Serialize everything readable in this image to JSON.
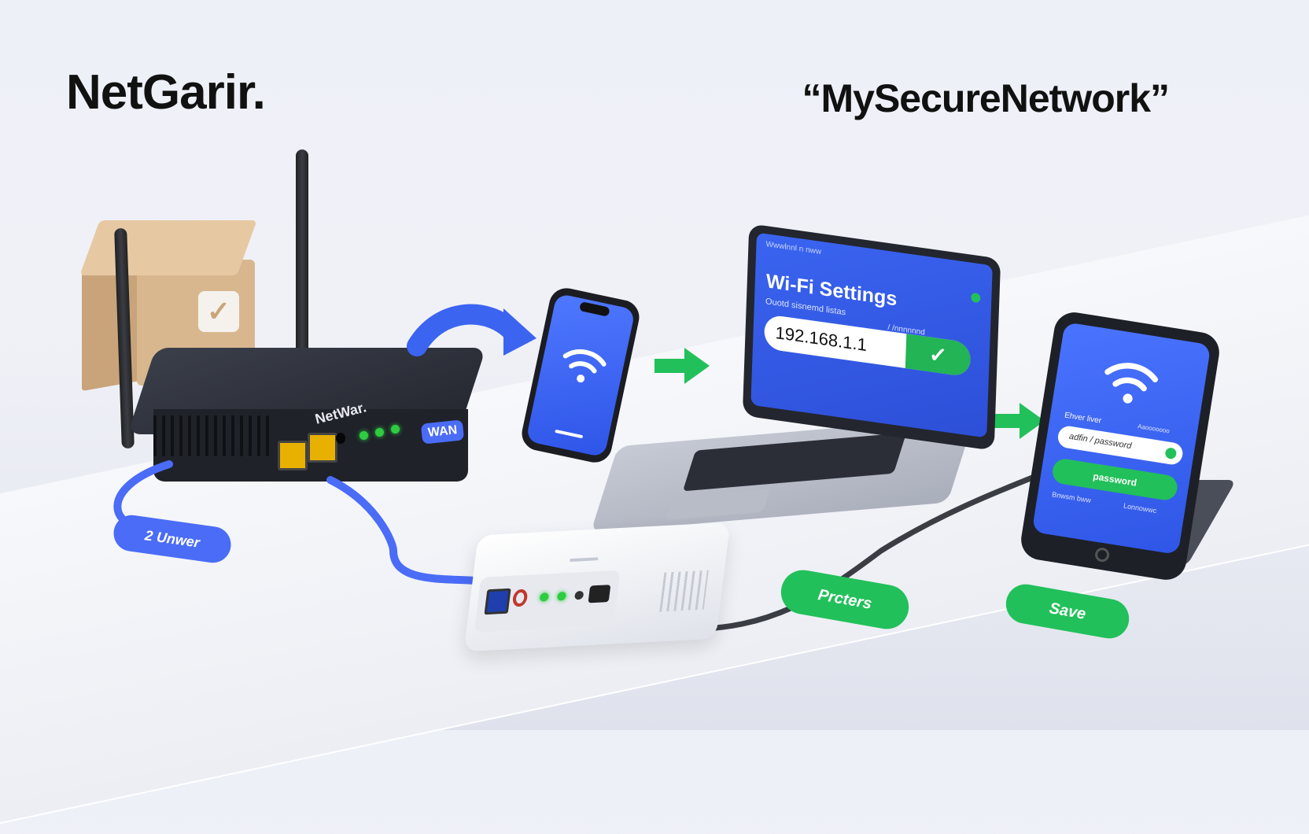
{
  "header": {
    "brand": "NetGarir.",
    "network_name": "“MySecureNetwork”"
  },
  "router": {
    "label": "NetWar.",
    "wan_badge": "WAN",
    "cable_tag": "2 Unwer"
  },
  "laptop": {
    "heading": "Wi-Fi Settings",
    "subheading": "Ouotd sisnemd listas",
    "breadcrumb": "/ /nnnnnnd",
    "top_label": "Wwwlnnl n nww",
    "ip_address": "192.168.1.1"
  },
  "tablet": {
    "field_label": "Ehver liver",
    "field_hint": "Aaooooooo",
    "credentials": "adfin / password",
    "button": "password",
    "footer_left": "Bnwsm bww",
    "footer_right": "Lonnowwc"
  },
  "actions": {
    "process": "Prcters",
    "save": "Save"
  },
  "colors": {
    "accent_blue": "#4a6cf7",
    "accent_green": "#22c05a",
    "router_dark": "#23262e"
  },
  "icons": [
    "wifi-icon",
    "check-icon",
    "arrow-right-icon",
    "curved-arrow-icon",
    "box-icon"
  ]
}
